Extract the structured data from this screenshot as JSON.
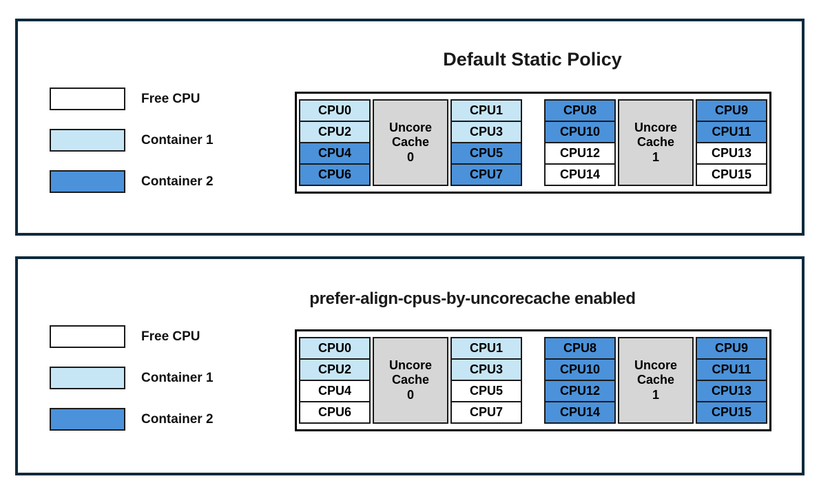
{
  "colors": {
    "free": "#ffffff",
    "c1": "#c7e6f5",
    "c2": "#4b92da",
    "uncore": "#d6d6d6",
    "panel_border": "#0e2a3d"
  },
  "legend": {
    "items": [
      {
        "label": "Free CPU",
        "state": "free"
      },
      {
        "label": "Container 1",
        "state": "c1"
      },
      {
        "label": "Container 2",
        "state": "c2"
      }
    ]
  },
  "panels": [
    {
      "title": "Default Static Policy",
      "clusters": [
        {
          "uncore": {
            "line1": "Uncore",
            "line2": "Cache",
            "line3": "0"
          },
          "left": [
            {
              "label": "CPU0",
              "state": "c1"
            },
            {
              "label": "CPU2",
              "state": "c1"
            },
            {
              "label": "CPU4",
              "state": "c2"
            },
            {
              "label": "CPU6",
              "state": "c2"
            }
          ],
          "right": [
            {
              "label": "CPU1",
              "state": "c1"
            },
            {
              "label": "CPU3",
              "state": "c1"
            },
            {
              "label": "CPU5",
              "state": "c2"
            },
            {
              "label": "CPU7",
              "state": "c2"
            }
          ]
        },
        {
          "uncore": {
            "line1": "Uncore",
            "line2": "Cache",
            "line3": "1"
          },
          "left": [
            {
              "label": "CPU8",
              "state": "c2"
            },
            {
              "label": "CPU10",
              "state": "c2"
            },
            {
              "label": "CPU12",
              "state": "free"
            },
            {
              "label": "CPU14",
              "state": "free"
            }
          ],
          "right": [
            {
              "label": "CPU9",
              "state": "c2"
            },
            {
              "label": "CPU11",
              "state": "c2"
            },
            {
              "label": "CPU13",
              "state": "free"
            },
            {
              "label": "CPU15",
              "state": "free"
            }
          ]
        }
      ]
    },
    {
      "title": "prefer-align-cpus-by-uncorecache enabled",
      "clusters": [
        {
          "uncore": {
            "line1": "Uncore",
            "line2": "Cache",
            "line3": "0"
          },
          "left": [
            {
              "label": "CPU0",
              "state": "c1"
            },
            {
              "label": "CPU2",
              "state": "c1"
            },
            {
              "label": "CPU4",
              "state": "free"
            },
            {
              "label": "CPU6",
              "state": "free"
            }
          ],
          "right": [
            {
              "label": "CPU1",
              "state": "c1"
            },
            {
              "label": "CPU3",
              "state": "c1"
            },
            {
              "label": "CPU5",
              "state": "free"
            },
            {
              "label": "CPU7",
              "state": "free"
            }
          ]
        },
        {
          "uncore": {
            "line1": "Uncore",
            "line2": "Cache",
            "line3": "1"
          },
          "left": [
            {
              "label": "CPU8",
              "state": "c2"
            },
            {
              "label": "CPU10",
              "state": "c2"
            },
            {
              "label": "CPU12",
              "state": "c2"
            },
            {
              "label": "CPU14",
              "state": "c2"
            }
          ],
          "right": [
            {
              "label": "CPU9",
              "state": "c2"
            },
            {
              "label": "CPU11",
              "state": "c2"
            },
            {
              "label": "CPU13",
              "state": "c2"
            },
            {
              "label": "CPU15",
              "state": "c2"
            }
          ]
        }
      ]
    }
  ]
}
